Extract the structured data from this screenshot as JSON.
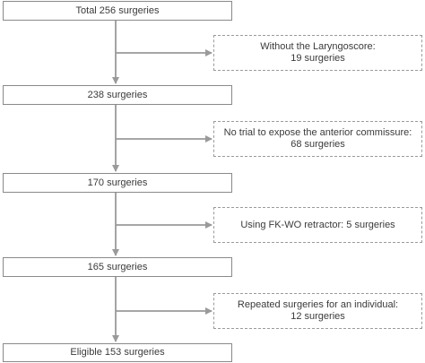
{
  "flow": {
    "steps": [
      {
        "label": "Total 256 surgeries"
      },
      {
        "label": "238 surgeries"
      },
      {
        "label": "170 surgeries"
      },
      {
        "label": "165 surgeries"
      },
      {
        "label": "Eligible 153 surgeries"
      }
    ],
    "exclusions": [
      {
        "line1": "Without the Laryngoscore:",
        "line2": "19 surgeries"
      },
      {
        "line1": "No trial to expose the anterior commissure:",
        "line2": "68 surgeries"
      },
      {
        "line1": "Using FK-WO retractor: 5 surgeries",
        "line2": ""
      },
      {
        "line1": "Repeated surgeries for an individual:",
        "line2": "12 surgeries"
      }
    ]
  },
  "colors": {
    "line": "#9a9a9a",
    "box_border": "#8a8a8a",
    "text": "#3a3a3a"
  }
}
